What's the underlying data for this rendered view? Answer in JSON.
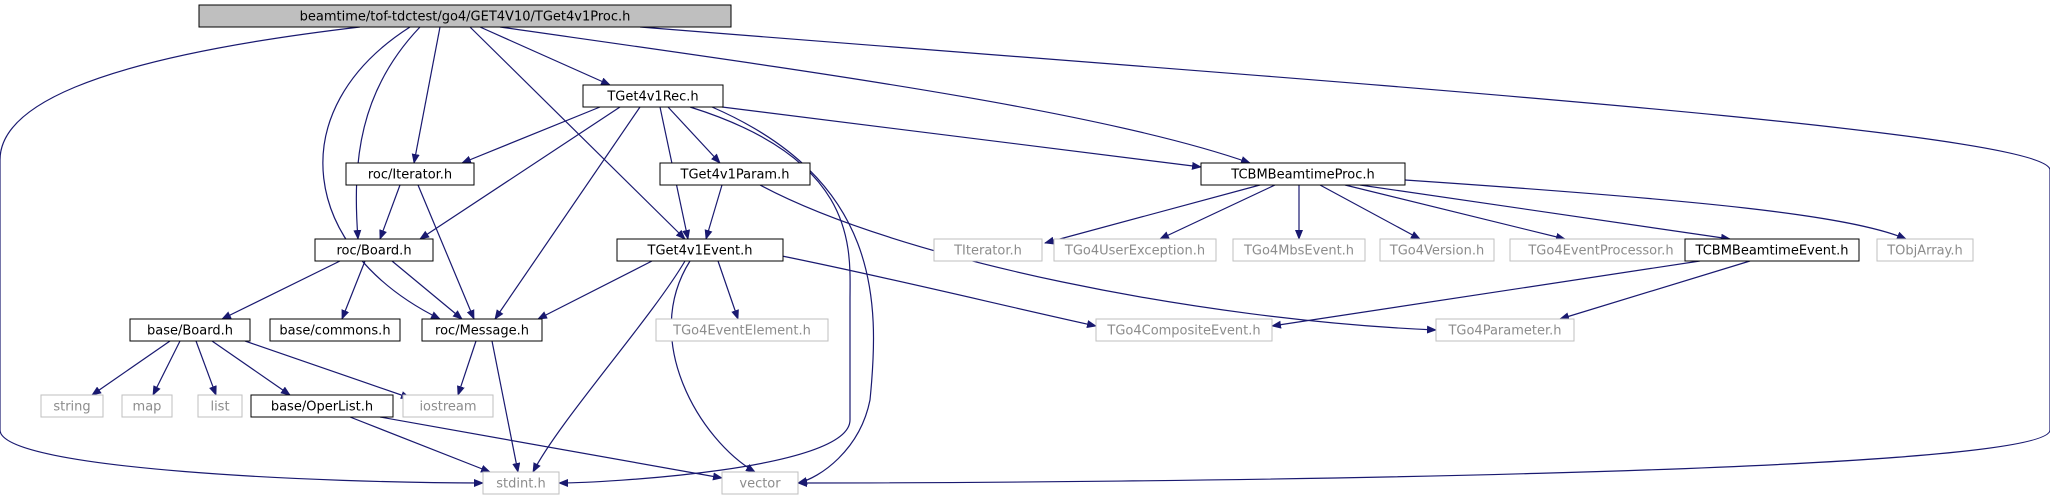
{
  "graph": {
    "root": "beamtime/tof-tdctest/go4/GET4V10/TGet4v1Proc.h",
    "colors": {
      "edge": "#191970",
      "root_fill": "#bfbfbf",
      "root_border": "#000000",
      "documented_border": "#000000",
      "external_border": "#bfbfbf",
      "external_text": "#8c8c8c",
      "documented_text": "#000000"
    },
    "nodes": [
      {
        "id": "root",
        "label": "beamtime/tof-tdctest/go4/GET4V10/TGet4v1Proc.h",
        "kind": "root"
      },
      {
        "id": "rec",
        "label": "TGet4v1Rec.h",
        "kind": "documented"
      },
      {
        "id": "iter",
        "label": "roc/Iterator.h",
        "kind": "documented"
      },
      {
        "id": "param",
        "label": "TGet4v1Param.h",
        "kind": "documented"
      },
      {
        "id": "cbmproc",
        "label": "TCBMBeamtimeProc.h",
        "kind": "documented"
      },
      {
        "id": "rocboard",
        "label": "roc/Board.h",
        "kind": "documented"
      },
      {
        "id": "event",
        "label": "TGet4v1Event.h",
        "kind": "documented"
      },
      {
        "id": "titer",
        "label": "TIterator.h",
        "kind": "external"
      },
      {
        "id": "userexc",
        "label": "TGo4UserException.h",
        "kind": "external"
      },
      {
        "id": "mbs",
        "label": "TGo4MbsEvent.h",
        "kind": "external"
      },
      {
        "id": "version",
        "label": "TGo4Version.h",
        "kind": "external"
      },
      {
        "id": "evproc",
        "label": "TGo4EventProcessor.h",
        "kind": "external"
      },
      {
        "id": "cbmevent",
        "label": "TCBMBeamtimeEvent.h",
        "kind": "documented"
      },
      {
        "id": "objarray",
        "label": "TObjArray.h",
        "kind": "external"
      },
      {
        "id": "baseboard",
        "label": "base/Board.h",
        "kind": "documented"
      },
      {
        "id": "commons",
        "label": "base/commons.h",
        "kind": "documented"
      },
      {
        "id": "message",
        "label": "roc/Message.h",
        "kind": "documented"
      },
      {
        "id": "evelem",
        "label": "TGo4EventElement.h",
        "kind": "external"
      },
      {
        "id": "composite",
        "label": "TGo4CompositeEvent.h",
        "kind": "external"
      },
      {
        "id": "parameter",
        "label": "TGo4Parameter.h",
        "kind": "external"
      },
      {
        "id": "string",
        "label": "string",
        "kind": "external"
      },
      {
        "id": "map",
        "label": "map",
        "kind": "external"
      },
      {
        "id": "list",
        "label": "list",
        "kind": "external"
      },
      {
        "id": "operlist",
        "label": "base/OperList.h",
        "kind": "documented"
      },
      {
        "id": "iostream",
        "label": "iostream",
        "kind": "external"
      },
      {
        "id": "stdint",
        "label": "stdint.h",
        "kind": "external"
      },
      {
        "id": "vector",
        "label": "vector",
        "kind": "external"
      }
    ],
    "edges": [
      [
        "root",
        "rec"
      ],
      [
        "root",
        "iter"
      ],
      [
        "root",
        "rocboard"
      ],
      [
        "root",
        "message"
      ],
      [
        "root",
        "event"
      ],
      [
        "root",
        "cbmproc"
      ],
      [
        "root",
        "stdint"
      ],
      [
        "root",
        "vector"
      ],
      [
        "rec",
        "iter"
      ],
      [
        "rec",
        "rocboard"
      ],
      [
        "rec",
        "message"
      ],
      [
        "rec",
        "param"
      ],
      [
        "rec",
        "event"
      ],
      [
        "rec",
        "cbmproc"
      ],
      [
        "rec",
        "stdint"
      ],
      [
        "rec",
        "vector"
      ],
      [
        "iter",
        "rocboard"
      ],
      [
        "iter",
        "message"
      ],
      [
        "param",
        "event"
      ],
      [
        "param",
        "parameter"
      ],
      [
        "rocboard",
        "baseboard"
      ],
      [
        "rocboard",
        "commons"
      ],
      [
        "rocboard",
        "message"
      ],
      [
        "event",
        "message"
      ],
      [
        "event",
        "evelem"
      ],
      [
        "event",
        "composite"
      ],
      [
        "event",
        "stdint"
      ],
      [
        "event",
        "vector"
      ],
      [
        "cbmproc",
        "titer"
      ],
      [
        "cbmproc",
        "userexc"
      ],
      [
        "cbmproc",
        "mbs"
      ],
      [
        "cbmproc",
        "version"
      ],
      [
        "cbmproc",
        "evproc"
      ],
      [
        "cbmproc",
        "cbmevent"
      ],
      [
        "cbmproc",
        "objarray"
      ],
      [
        "cbmevent",
        "composite"
      ],
      [
        "cbmevent",
        "parameter"
      ],
      [
        "baseboard",
        "string"
      ],
      [
        "baseboard",
        "map"
      ],
      [
        "baseboard",
        "list"
      ],
      [
        "baseboard",
        "operlist"
      ],
      [
        "baseboard",
        "iostream"
      ],
      [
        "message",
        "iostream"
      ],
      [
        "message",
        "stdint"
      ],
      [
        "operlist",
        "stdint"
      ],
      [
        "operlist",
        "vector"
      ]
    ]
  }
}
